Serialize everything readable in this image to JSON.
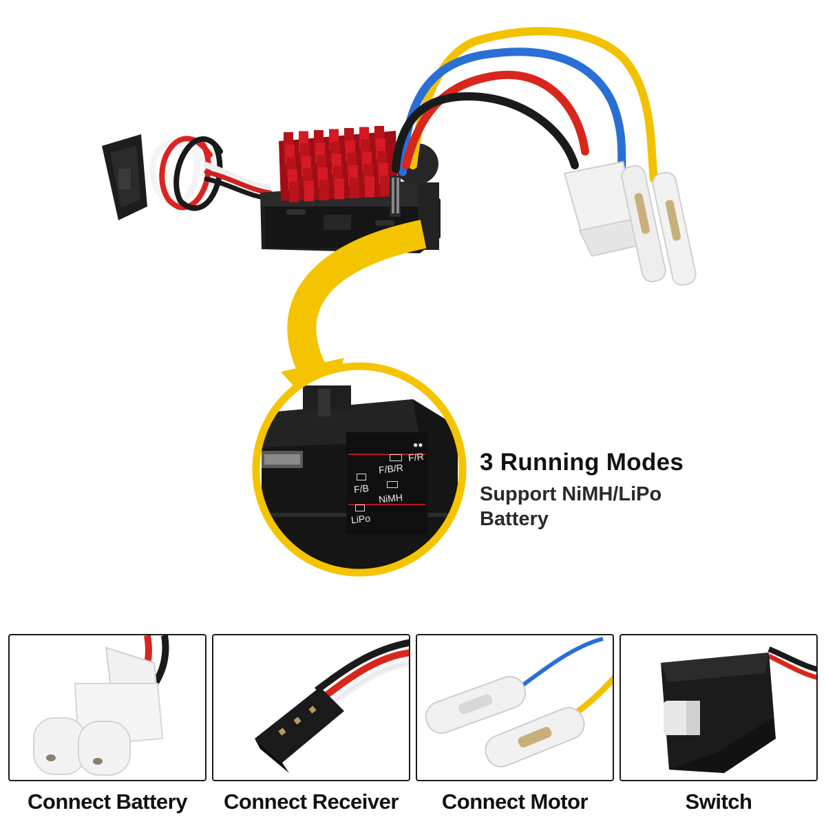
{
  "feature": {
    "title": "3 Running Modes",
    "subtitle_line1": "Support NiMH/LiPo",
    "subtitle_line2": "Battery"
  },
  "mode_labels": {
    "fb": "F/B",
    "fbr": "F/B/R",
    "fr": "F/R",
    "lipo": "LiPo",
    "nimh": "NiMH"
  },
  "cards": [
    {
      "caption": "Connect Battery",
      "icon": "tamiya-connector-icon"
    },
    {
      "caption": "Connect Receiver",
      "icon": "servo-plug-icon"
    },
    {
      "caption": "Connect Motor",
      "icon": "bullet-connector-icon"
    },
    {
      "caption": "Switch",
      "icon": "power-switch-icon"
    }
  ],
  "colors": {
    "accent_yellow": "#f5c400",
    "heatsink_red": "#c8141e",
    "wire_blue": "#2a6fd6",
    "wire_yellow": "#f2c200",
    "wire_red": "#d9261c",
    "body_black": "#1b1b1b"
  }
}
